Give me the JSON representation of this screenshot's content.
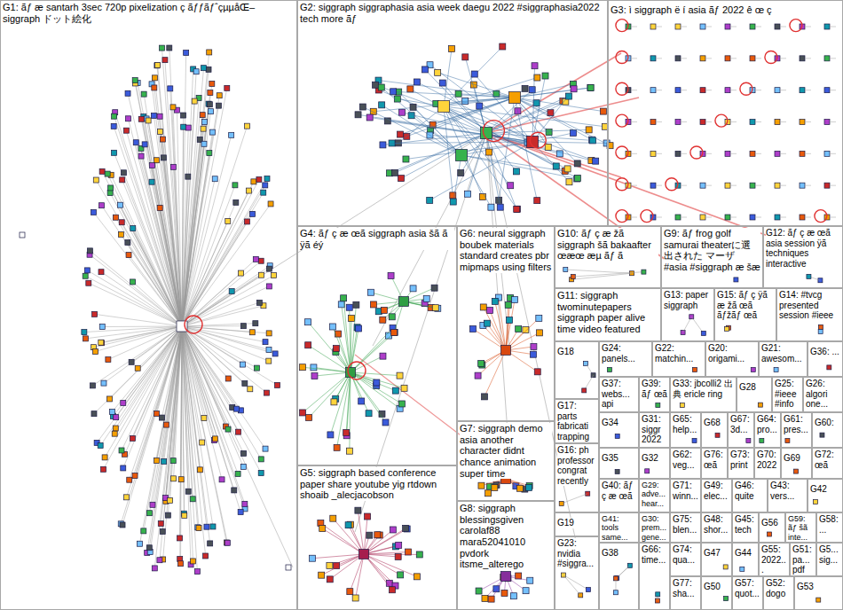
{
  "diagram": {
    "nodes": [
      {
        "text": [
          "G1: ãƒ æ santarh 3sec 720p pixelization ç ãƒƒãƒˆçµµåŒ– siggraph ドット絵化"
        ]
      },
      {
        "text": [
          "G2: siggraph siggraphasia asia week daegu 2022 #siggraphasia2022 tech more ãƒ"
        ]
      },
      {
        "text": [
          "G3: ì siggraph ë í asia ãƒ 2022 ê œ ç"
        ]
      },
      {
        "text": [
          "G4: ãƒ ç æ œã siggraph asia šã ã ÿã éý"
        ]
      },
      {
        "text": [
          "G5: siggraph based conference paper share youtube yig rtdown shoaib _alecjacobson"
        ]
      },
      {
        "text": [
          "G6: neural siggraph boubek materials standard creates pbr mipmaps using filters"
        ]
      },
      {
        "text": [
          "G7: siggraph demo asia another character didnt chance animation super time"
        ]
      },
      {
        "text": [
          "G8: siggraph blessingsgiven carolaf88 mara52041010 pvdork itsme_alterego"
        ]
      },
      {
        "text": [
          "G10: ãƒ ç æ žã siggraph šã bakaafter œæœ æµ ãƒ ã"
        ]
      },
      {
        "text": [
          "G9: ãƒ frog golf samurai theaterに選出された マーザ #asia #siggraph æ šæ"
        ]
      },
      {
        "text": [
          "G12: ãƒ ç æ œã asia session ÿã techniques interactive"
        ]
      },
      {
        "text": [
          "G11: siggraph twominutepapers siggraph paper alive time video featured"
        ]
      },
      {
        "text": [
          "G13: paper siggraph"
        ]
      },
      {
        "text": [
          "G15: ãƒ ç ÿã æ žã œã ãƒžãƒ œã"
        ]
      },
      {
        "text": [
          "G14: #tvcg presented session #ieee"
        ]
      },
      {
        "text": [
          "G18"
        ]
      },
      {
        "text": [
          "G24: panels..."
        ]
      },
      {
        "text": [
          "G22: matchin..."
        ]
      },
      {
        "text": [
          "G20: origami..."
        ]
      },
      {
        "text": [
          "G21: awesom..."
        ]
      },
      {
        "text": [
          "G36: ..."
        ]
      },
      {
        "text": [
          "G17: parts fabricati trapping"
        ]
      },
      {
        "text": [
          "G37: webs... api"
        ]
      },
      {
        "text": [
          "G39: ãƒ œã"
        ]
      },
      {
        "text": [
          "G33: jbcolli2 出典 ericle ring"
        ]
      },
      {
        "text": [
          "G28"
        ]
      },
      {
        "text": [
          "G25: #ieee #info"
        ]
      },
      {
        "text": [
          "G26: algori one..."
        ]
      },
      {
        "text": [
          "G34"
        ]
      },
      {
        "text": [
          "G31: siggr 2022"
        ]
      },
      {
        "text": [
          "G65: help..."
        ]
      },
      {
        "text": [
          "G68"
        ]
      },
      {
        "text": [
          "G67: 3d..."
        ]
      },
      {
        "text": [
          "G64: pro..."
        ]
      },
      {
        "text": [
          "G61: pres..."
        ]
      },
      {
        "text": [
          "G60:"
        ]
      },
      {
        "text": [
          "G16: ph professor congrat recently"
        ]
      },
      {
        "text": [
          "G35"
        ]
      },
      {
        "text": [
          "G32"
        ]
      },
      {
        "text": [
          "G62: veg..."
        ]
      },
      {
        "text": [
          "G76: œã"
        ]
      },
      {
        "text": [
          "G73: print"
        ]
      },
      {
        "text": [
          "G70: 2022"
        ]
      },
      {
        "text": [
          "G69"
        ]
      },
      {
        "text": [
          "G72: œã"
        ]
      },
      {
        "text": [
          "G40: ãƒ ç æ œã"
        ]
      },
      {
        "text": [
          "G29: adve... hear..."
        ]
      },
      {
        "text": [
          "G71: winn..."
        ]
      },
      {
        "text": [
          "G49: elec..."
        ]
      },
      {
        "text": [
          "G46: quite"
        ]
      },
      {
        "text": [
          "G43: vers..."
        ]
      },
      {
        "text": [
          "G42"
        ]
      },
      {
        "text": [
          "G19"
        ]
      },
      {
        "text": [
          "G41: tools same..."
        ]
      },
      {
        "text": [
          "G30: prem... gene..."
        ]
      },
      {
        "text": [
          "G75: blen..."
        ]
      },
      {
        "text": [
          "G48: shor..."
        ]
      },
      {
        "text": [
          "G45: tech"
        ]
      },
      {
        "text": [
          "G56"
        ]
      },
      {
        "text": [
          "G59: ãƒ šã inte..."
        ]
      },
      {
        "text": [
          "G58: ..."
        ]
      },
      {
        "text": [
          "G23: nvidia #siggra..."
        ]
      },
      {
        "text": [
          "G38"
        ]
      },
      {
        "text": [
          "G66: time..."
        ]
      },
      {
        "text": [
          "G74: qua..."
        ]
      },
      {
        "text": [
          "G47"
        ]
      },
      {
        "text": [
          "G44"
        ]
      },
      {
        "text": [
          "G55: 2022..."
        ]
      },
      {
        "text": [
          "G51: pa... pdf"
        ]
      },
      {
        "text": [
          "G5... sig..."
        ]
      },
      {
        "text": [
          "G77: sha..."
        ]
      },
      {
        "text": [
          "G50"
        ]
      },
      {
        "text": [
          "G57: quot..."
        ]
      },
      {
        "text": [
          "G52: dogo"
        ]
      },
      {
        "text": [
          "G53"
        ]
      }
    ]
  }
}
